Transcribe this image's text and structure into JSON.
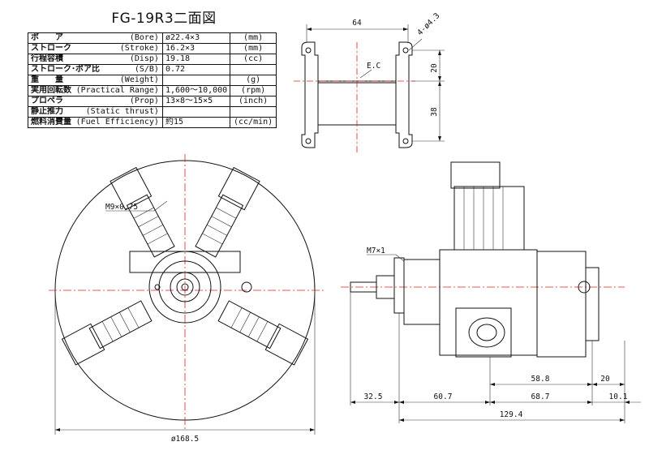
{
  "title": "FG-19R3二面図",
  "specs": [
    {
      "jp": "ボ　　ア",
      "en": "(Bore)",
      "value": "ø22.4×3",
      "unit": "(mm)"
    },
    {
      "jp": "ストローク",
      "en": "(Stroke)",
      "value": "16.2×3",
      "unit": "(mm)"
    },
    {
      "jp": "行程容積",
      "en": "(Disp)",
      "value": "19.18",
      "unit": "(cc)"
    },
    {
      "jp": "ストローク･ボア比",
      "en": "(S/B)",
      "value": "0.72",
      "unit": ""
    },
    {
      "jp": "重　　量",
      "en": "(Weight)",
      "value": "",
      "unit": "(g)"
    },
    {
      "jp": "実用回転数",
      "en": "(Practical Range)",
      "value": "1,600～10,000",
      "unit": "(rpm)"
    },
    {
      "jp": "プロペラ",
      "en": "(Prop)",
      "value": "13×8～15×5",
      "unit": "(inch)"
    },
    {
      "jp": "静止推力",
      "en": "(Static thrust)",
      "value": "",
      "unit": ""
    },
    {
      "jp": "燃料消費量",
      "en": "(Fuel Efficiency)",
      "value": "約15",
      "unit": "(cc/min)"
    }
  ],
  "mount": {
    "width": "64",
    "holes": "4-ø4.3",
    "ec": "E.C",
    "dim_upper": "20",
    "dim_lower": "38"
  },
  "front": {
    "thread": "M9×0.75",
    "diameter": "ø168.5"
  },
  "side": {
    "thread": "M7×1",
    "d1": "58.8",
    "d2": "20",
    "d3": "32.5",
    "d4": "60.7",
    "d5": "68.7",
    "d6": "10.1",
    "total": "129.4"
  },
  "colors": {
    "line": "#111111",
    "centerline": "#e02020"
  }
}
